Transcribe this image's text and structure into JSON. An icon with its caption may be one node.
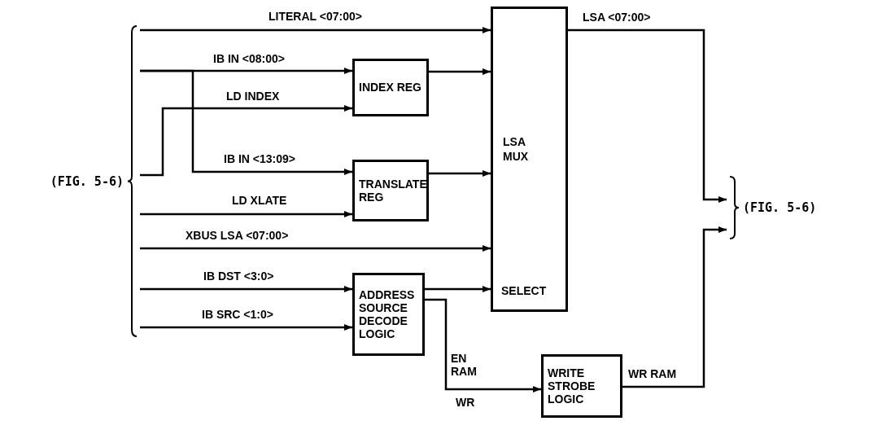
{
  "diagram": {
    "nodes": [
      {
        "text": [
          "(FIG. 5-6)"
        ]
      },
      {
        "text": [
          "INDEX REG"
        ]
      },
      {
        "text": [
          "TRANSLATE REG"
        ]
      },
      {
        "text": [
          "LSA MUX",
          "SELECT"
        ]
      },
      {
        "text": [
          "ADDRESS SOURCE DECODE LOGIC"
        ]
      },
      {
        "text": [
          "WRITE STROBE LOGIC"
        ]
      },
      {
        "text": [
          "(FIG. 5-6)"
        ]
      }
    ],
    "edges": [
      {
        "from": 0,
        "to": 3,
        "arrow": "to",
        "label": "LITERAL <07:00>"
      },
      {
        "from": 0,
        "to": 1,
        "arrow": "to",
        "label": "IB IN <08:00>"
      },
      {
        "from": 0,
        "to": 2,
        "arrow": "to",
        "label": "IB IN <13:09>"
      },
      {
        "from": 0,
        "to": 1,
        "arrow": "to",
        "label": "LD INDEX"
      },
      {
        "from": 0,
        "to": 2,
        "arrow": "to",
        "label": "LD XLATE"
      },
      {
        "from": 0,
        "to": 3,
        "arrow": "to",
        "label": "XBUS LSA <07:00>"
      },
      {
        "from": 0,
        "to": 4,
        "arrow": "to",
        "label": "IB DST <3:0>"
      },
      {
        "from": 0,
        "to": 4,
        "arrow": "to",
        "label": "IB SRC <1:0>"
      },
      {
        "from": 1,
        "to": 3,
        "arrow": "to"
      },
      {
        "from": 2,
        "to": 3,
        "arrow": "to"
      },
      {
        "from": 4,
        "to": 3,
        "arrow": "to"
      },
      {
        "from": 4,
        "to": 5,
        "arrow": "to",
        "label": "EN RAM"
      },
      {
        "from": 3,
        "to": 6,
        "arrow": "to",
        "label": "LSA <07:00>"
      },
      {
        "from": 5,
        "to": 6,
        "arrow": "to",
        "label": "WR RAM"
      }
    ],
    "labels": [
      "WR"
    ]
  }
}
